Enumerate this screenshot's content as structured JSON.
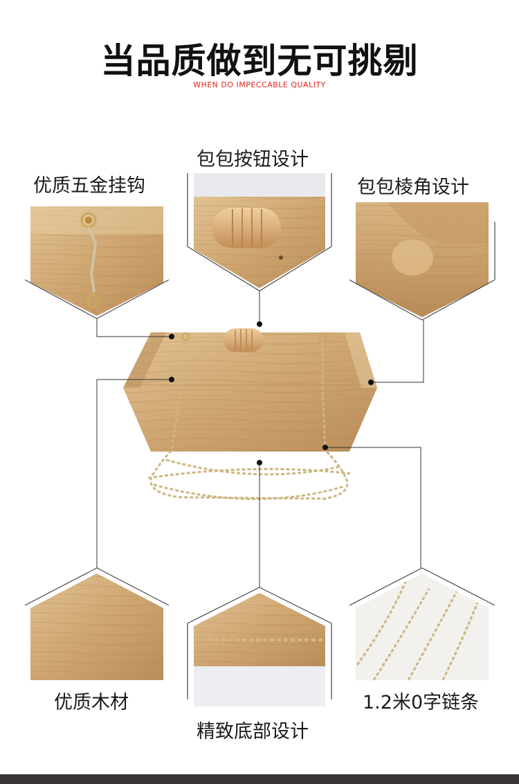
{
  "header": {
    "title": "当品质做到无可挑剔",
    "subtitle": "WHEN DO IMPECCABLE QUALITY"
  },
  "features": {
    "hook": "优质五金挂钩",
    "button": "包包按钮设计",
    "corner": "包包棱角设计",
    "wood": "优质木材",
    "bottom": "精致底部设计",
    "chain": "1.2米0字链条"
  },
  "colors": {
    "accent": "#e2231a",
    "wood_light": "#dcb98a",
    "wood_mid": "#c9a06c",
    "wood_dark": "#a77c4b",
    "chain_gold": "#c9b27a",
    "line": "#333333"
  }
}
